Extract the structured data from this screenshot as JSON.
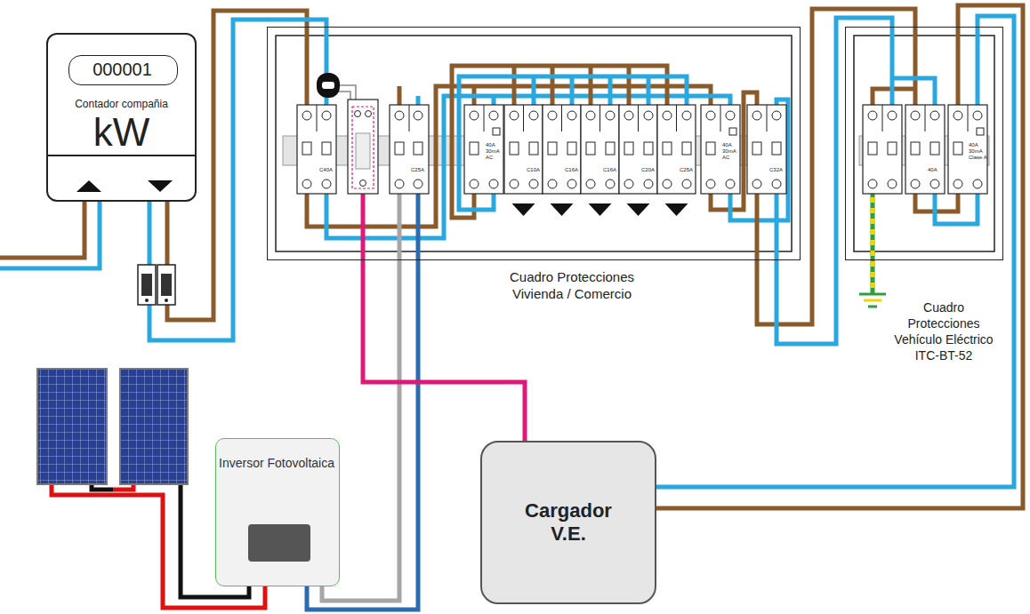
{
  "diagram": {
    "nodes": [
      {
        "text": [
          "Contador compañia",
          "kW"
        ]
      },
      {
        "text": [
          "000001"
        ],
        "in": 0
      },
      {
        "text": [
          "Cuadro Protecciones Vivienda / Comercio"
        ]
      },
      {
        "text": [
          "Cuadro Protecciones Vehículo Eléctrico ITC-BT-52"
        ]
      },
      {
        "text": [
          "Inversor Fotovoltaica"
        ]
      },
      {
        "text": [
          "Cargador V.E."
        ]
      }
    ],
    "edges": [
      {
        "from": 0,
        "to": 2,
        "arrow": "none"
      },
      {
        "from": 2,
        "to": 3,
        "arrow": "none"
      },
      {
        "from": 3,
        "to": 5,
        "arrow": "none"
      },
      {
        "from": 2,
        "to": 4,
        "arrow": "none"
      },
      {
        "from": 2,
        "to": 5,
        "arrow": "none"
      }
    ],
    "labels": [
      "C40A",
      "C25A",
      "40A 30mA AC",
      "C10A",
      "C16A",
      "C16A",
      "C20A",
      "C25A",
      "40A 30mA AC",
      "C32A",
      "40A",
      "40A 30mA Clase A"
    ]
  }
}
